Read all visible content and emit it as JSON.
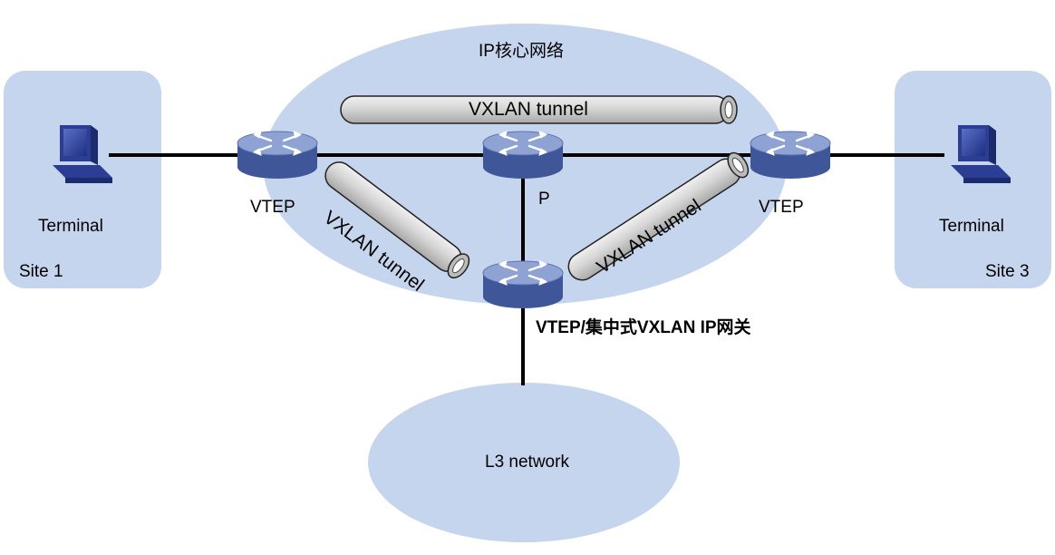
{
  "core_network": {
    "label": "IP核心网络"
  },
  "sites": [
    {
      "name": "Site 1",
      "terminal_label": "Terminal"
    },
    {
      "name": "Site 3",
      "terminal_label": "Terminal"
    }
  ],
  "devices": {
    "vtep_left": "VTEP",
    "p_router": "P",
    "vtep_right": "VTEP",
    "gateway": "VTEP/集中式VXLAN IP网关"
  },
  "tunnels": [
    {
      "label": "VXLAN tunnel"
    },
    {
      "label": "VXLAN tunnel"
    },
    {
      "label": "VXLAN tunnel"
    }
  ],
  "l3_network": {
    "label": "L3 network"
  },
  "colors": {
    "cloud_fill": "#c6d5ee",
    "site_fill": "#c6d5ee",
    "device_body": "#5a72b0",
    "device_top": "#8ea3d4",
    "tunnel_fill": "#d8d8d8",
    "link": "#000000"
  }
}
